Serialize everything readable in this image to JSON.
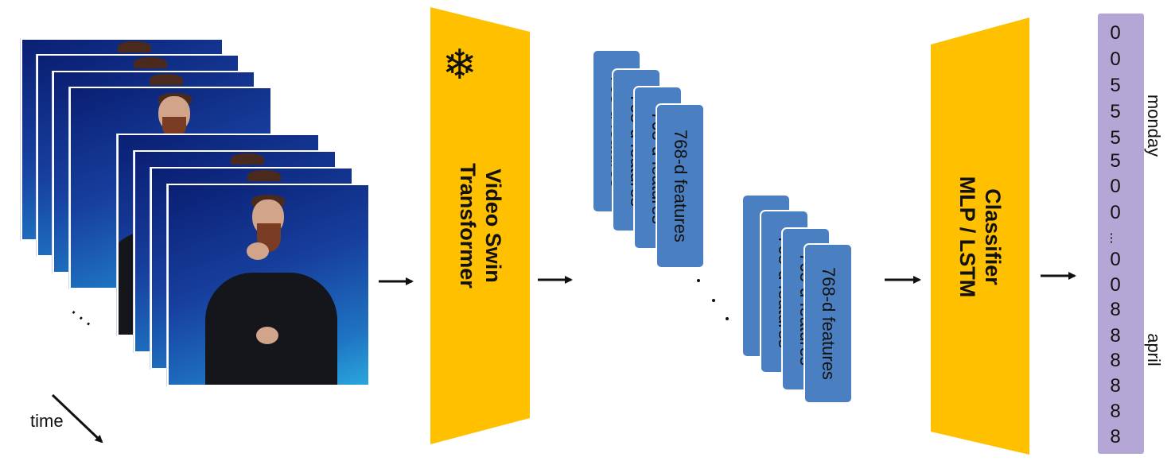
{
  "input": {
    "ellipsis": "...",
    "time_label": "time"
  },
  "encoder": {
    "label_line1": "Video Swin",
    "label_line2": "Transformer",
    "frozen_icon": "snowflake-icon",
    "color": "#ffc000"
  },
  "features": {
    "card_label": "768-d features",
    "ellipsis": "...",
    "color": "#4a7fc1"
  },
  "classifier": {
    "label_line1": "Classifier",
    "label_line2": "MLP / LSTM",
    "color": "#ffc000"
  },
  "output": {
    "digits_top": [
      "0",
      "0",
      "5",
      "5",
      "5",
      "5",
      "0",
      "0"
    ],
    "ellipsis": "...",
    "digits_bottom": [
      "0",
      "0",
      "8",
      "8",
      "8",
      "8",
      "8",
      "8"
    ],
    "word_top": "monday",
    "word_bottom": "april",
    "color": "#b4a7d6"
  }
}
